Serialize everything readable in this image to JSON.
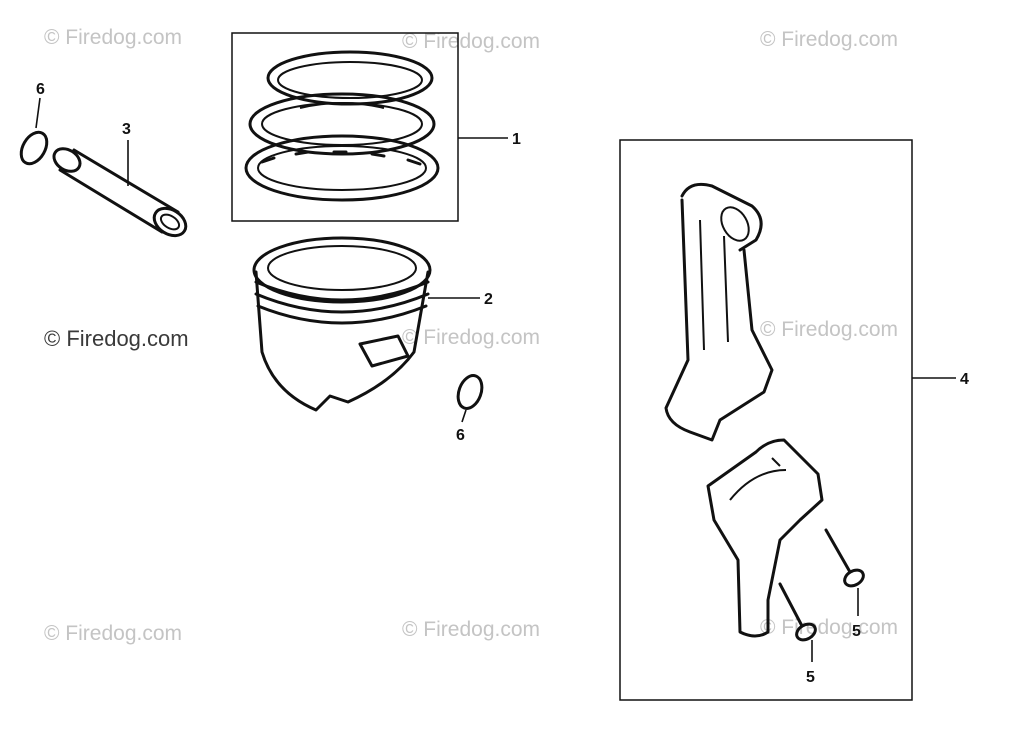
{
  "watermark": {
    "text": "© Firedog.com"
  },
  "callouts": {
    "piston_ring_set": "1",
    "piston": "2",
    "piston_pin": "3",
    "connecting_rod": "4",
    "rod_bolt_left": "5",
    "rod_bolt_right": "5",
    "pin_clip_left": "6",
    "pin_clip_right": "6"
  },
  "colors": {
    "ink": "#111111",
    "watermark": "#c4c4c4",
    "background": "#ffffff"
  }
}
